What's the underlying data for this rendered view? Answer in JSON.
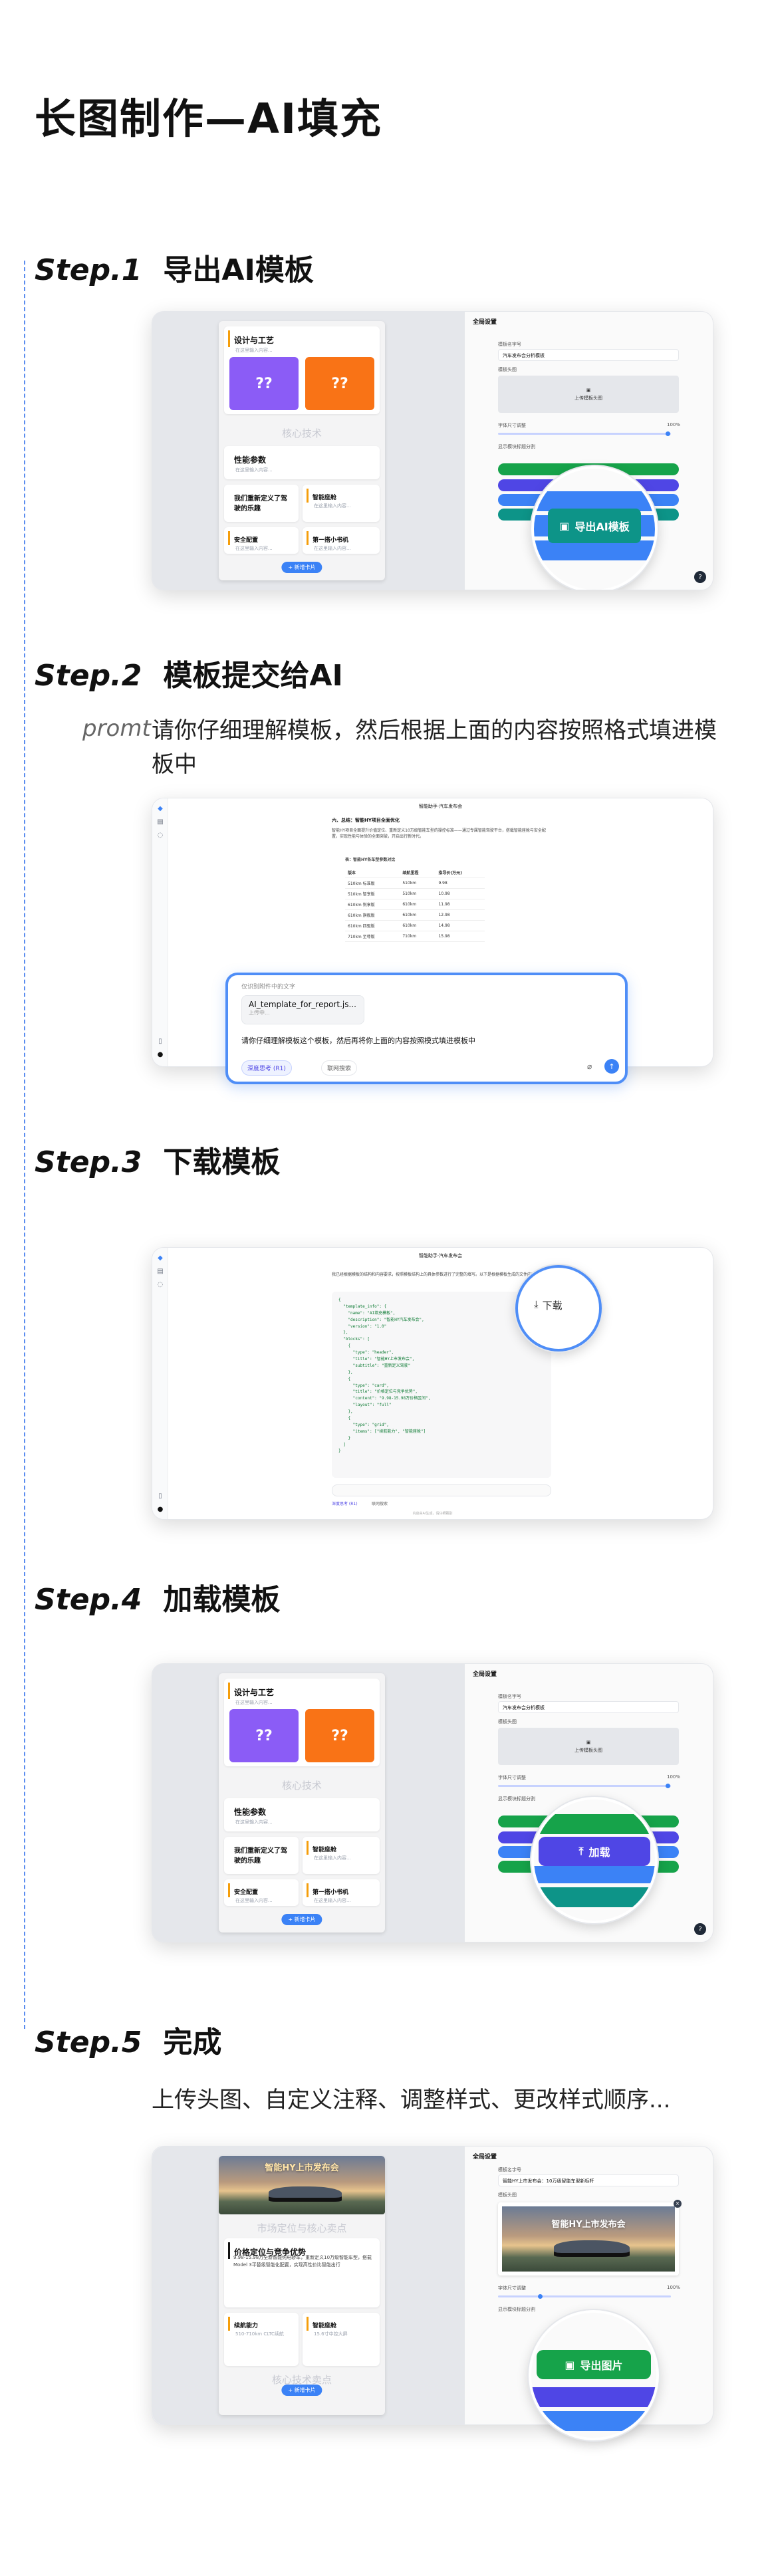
{
  "page_title": "长图制作—AI填充",
  "steps": [
    {
      "num": "Step.1",
      "title": "导出AI模板"
    },
    {
      "num": "Step.2",
      "title": "模板提交给AI"
    },
    {
      "num": "Step.3",
      "title": "下载模板"
    },
    {
      "num": "Step.4",
      "title": "加载模板"
    },
    {
      "num": "Step.5",
      "title": "完成"
    }
  ],
  "step2_prompt_label": "promt",
  "step2_prompt_text": "请你仔细理解模板，然后根据上面的内容按照格式填进模板中",
  "step5_desc": "上传头图、自定义注释、调整样式、更改样式顺序...",
  "template_app": {
    "section1_title": "设计与工艺",
    "section_sub": "在这里输入内容...",
    "tile_text": "??",
    "ghost_heading": "核心技术",
    "card_perf": "性能参数",
    "card_define": "我们重新定义了驾驶的乐趣",
    "card_smart": "智能座舱",
    "card_safety": "安全配置",
    "card_unique": "第一搭小书机",
    "pill": "+ 新增卡片",
    "panel_title": "全局设置",
    "label_title": "模板名字号",
    "title_value": "汽车发布会分析模板",
    "label_upload": "模板头图",
    "upload_text": "上传模板头图",
    "label_slider": "字体尺寸调整",
    "slider_value": "100%",
    "label_toggle": "显示模块标题分割",
    "btn_export_small": "导出图片",
    "zoom_export": "导出AI模板",
    "zoom_load": "加载",
    "help": "?"
  },
  "chat": {
    "header": "智能助手·汽车发布会",
    "heading": "六、总结：智能HY项目全面优化",
    "para": "智能HY项目全面提升价值定位、重新定义10万级智能车型的操控标准——通过专属智能驾驶平台，搭载智能座舱与安全配置，实现性能与体验的全面突破，开启出行新时代。",
    "table_title": "表：智能HY各车型参数对比",
    "table_headers": [
      "版本",
      "续航里程",
      "指导价(万元)"
    ],
    "table_rows": [
      [
        "510km 标准版",
        "510km",
        "9.98"
      ],
      [
        "510km 智享版",
        "510km",
        "10.98"
      ],
      [
        "610km 悦享版",
        "610km",
        "11.98"
      ],
      [
        "610km 旗舰版",
        "610km",
        "12.98"
      ],
      [
        "610km 四驱版",
        "610km",
        "14.98"
      ],
      [
        "710km 至尊版",
        "710km",
        "15.98"
      ]
    ],
    "file_hint": "仅识别附件中的文字",
    "file_name": "AI_template_for_report.js...",
    "file_size": "上传中...",
    "prompt_in_box": "请你仔细理解模板这个模板，然后再将你上面的内容按照模式填进模板中",
    "deep_chip": "深度思考 (R1)",
    "net_chip": "联网搜索",
    "send": "↑",
    "step3_header": "智能助手·汽车发布会",
    "step3_intro": "我已经根据模板的结构和内容要求，按照模板结构上的具体参数进行了完整的填写。以下是根据模板生成的文件内容：",
    "code_lines": "{\n  \"template_info\": {\n    \"name\": \"AI填充模板\",\n    \"description\": \"智能HY汽车发布会\",\n    \"version\": \"1.0\"\n  },\n  \"blocks\": [\n    {\n      \"type\": \"header\",\n      \"title\": \"智能HY上市发布会\",\n      \"subtitle\": \"重新定义驾驶\"\n    },\n    {\n      \"type\": \"card\",\n      \"title\": \"价格定位与竞争优势\",\n      \"content\": \"9.98-15.98万价格区间\",\n      \"layout\": \"full\"\n    },\n    {\n      \"type\": \"grid\",\n      \"items\": [\"续航能力\", \"智能座舱\"]\n    }\n  ]\n}",
    "download_label": "下载",
    "step3_bottom_note": "内容由AI生成，请仔细甄别"
  },
  "final_app": {
    "banner_text": "智能HY上市发布会",
    "ghost_heading": "市场定位与核心卖点",
    "card_price_title": "价格定位与竞争优势",
    "card_price_text": "9.98-15.98万全新智能纯电轿车，重新定义10万级智能车型，搭载Model 3平替级智能化配置，实现高性价比智能出行",
    "card_battery": "续航能力",
    "card_battery_text": "510-710km CLTC续航",
    "card_cockpit": "智能座舱",
    "card_cockpit_text": "15.6寸中控大屏",
    "ghost_heading2": "核心技术卖点",
    "panel_title": "全局设置",
    "label_title": "模板名字号",
    "title_value": "智能HY上市发布会：10万级智能车型新标杆",
    "label_upload": "模板头图",
    "label_slider": "字体尺寸调整",
    "slider_value": "100%",
    "label_toggle": "显示模块标题分割",
    "zoom_export": "导出图片"
  },
  "colors": {
    "accent": "#3b82f6",
    "purple": "#8b5cf6",
    "orange": "#f97316",
    "green": "#16a34a",
    "teal": "#0d9488",
    "indigo": "#4f46e5",
    "guide": "#5b8def"
  }
}
